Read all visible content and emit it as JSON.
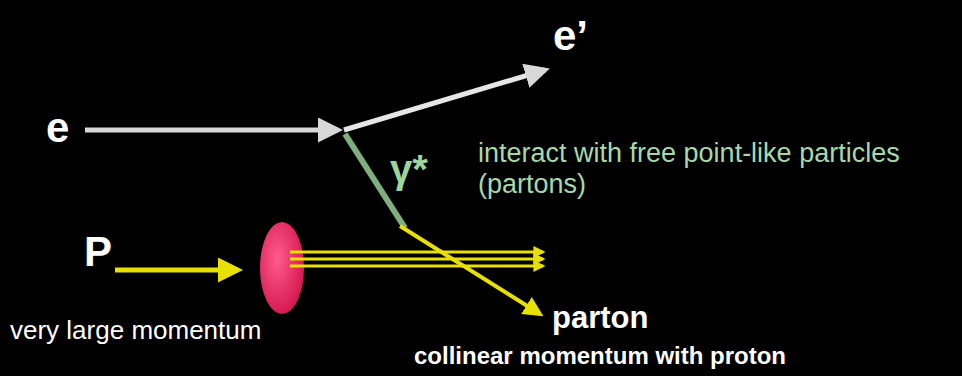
{
  "diagram": {
    "labels": [
      "e’",
      "e",
      "γ*",
      "interact with free point-like particles (partons)",
      "P",
      "very large momentum",
      "parton",
      "collinear momentum with proton"
    ]
  }
}
